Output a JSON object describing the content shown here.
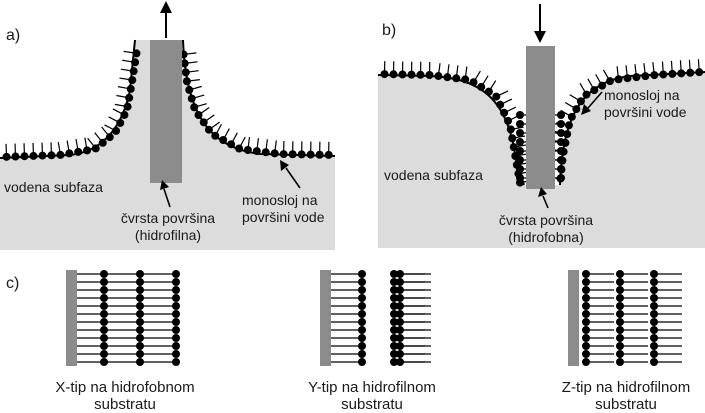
{
  "panel_a": {
    "tag": "a)",
    "subphase_label": "vodena subfaza",
    "solid_label_1": "čvrsta površina",
    "solid_label_2": "(hidrofilna)",
    "monolayer_label_1": "monosloj na",
    "monolayer_label_2": "površini vode"
  },
  "panel_b": {
    "tag": "b)",
    "subphase_label": "vodena subfaza",
    "solid_label_1": "čvrsta površina",
    "solid_label_2": "(hidrofobna)",
    "monolayer_label_1": "monosloj na",
    "monolayer_label_2": "površini vode"
  },
  "panel_c": {
    "tag": "c)",
    "films": [
      {
        "caption_1": "X-tip na hidrofobnom",
        "caption_2": "substratu"
      },
      {
        "caption_1": "Y-tip na hidrofilnom",
        "caption_2": "substratu"
      },
      {
        "caption_1": "Z-tip na hidrofilnom",
        "caption_2": "substratu"
      }
    ]
  },
  "colors": {
    "subphase": "#dcdcdc",
    "substrate": "#8c8c8c",
    "molecule": "#000000"
  }
}
